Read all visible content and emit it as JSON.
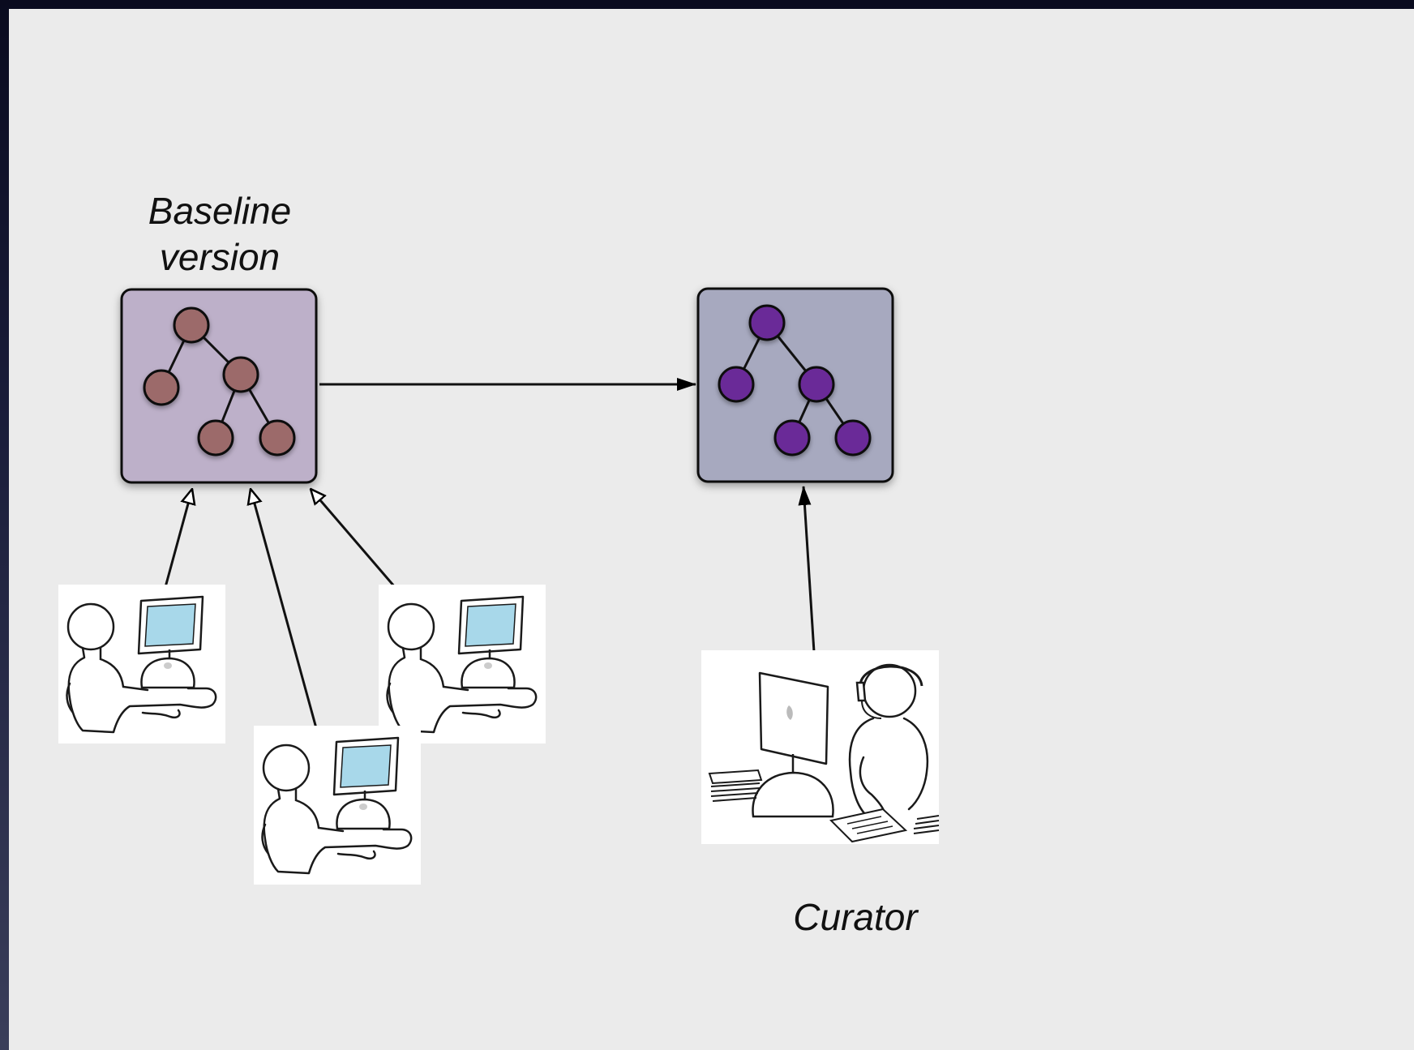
{
  "labels": {
    "baseline_line1": "Baseline",
    "baseline_line2": "version",
    "curator": "Curator"
  },
  "colors": {
    "baseline_box": "#bdb0c9",
    "baseline_node": "#9c6b6b",
    "curated_box": "#a7a9bf",
    "curated_node": "#6a2a98",
    "slide_background": "#ebebeb",
    "monitor_screen": "#a8d8ea"
  },
  "icons": {
    "tree": "hierarchy-tree-icon",
    "user": "user-at-computer-icon",
    "curator": "curator-with-headset-icon"
  }
}
